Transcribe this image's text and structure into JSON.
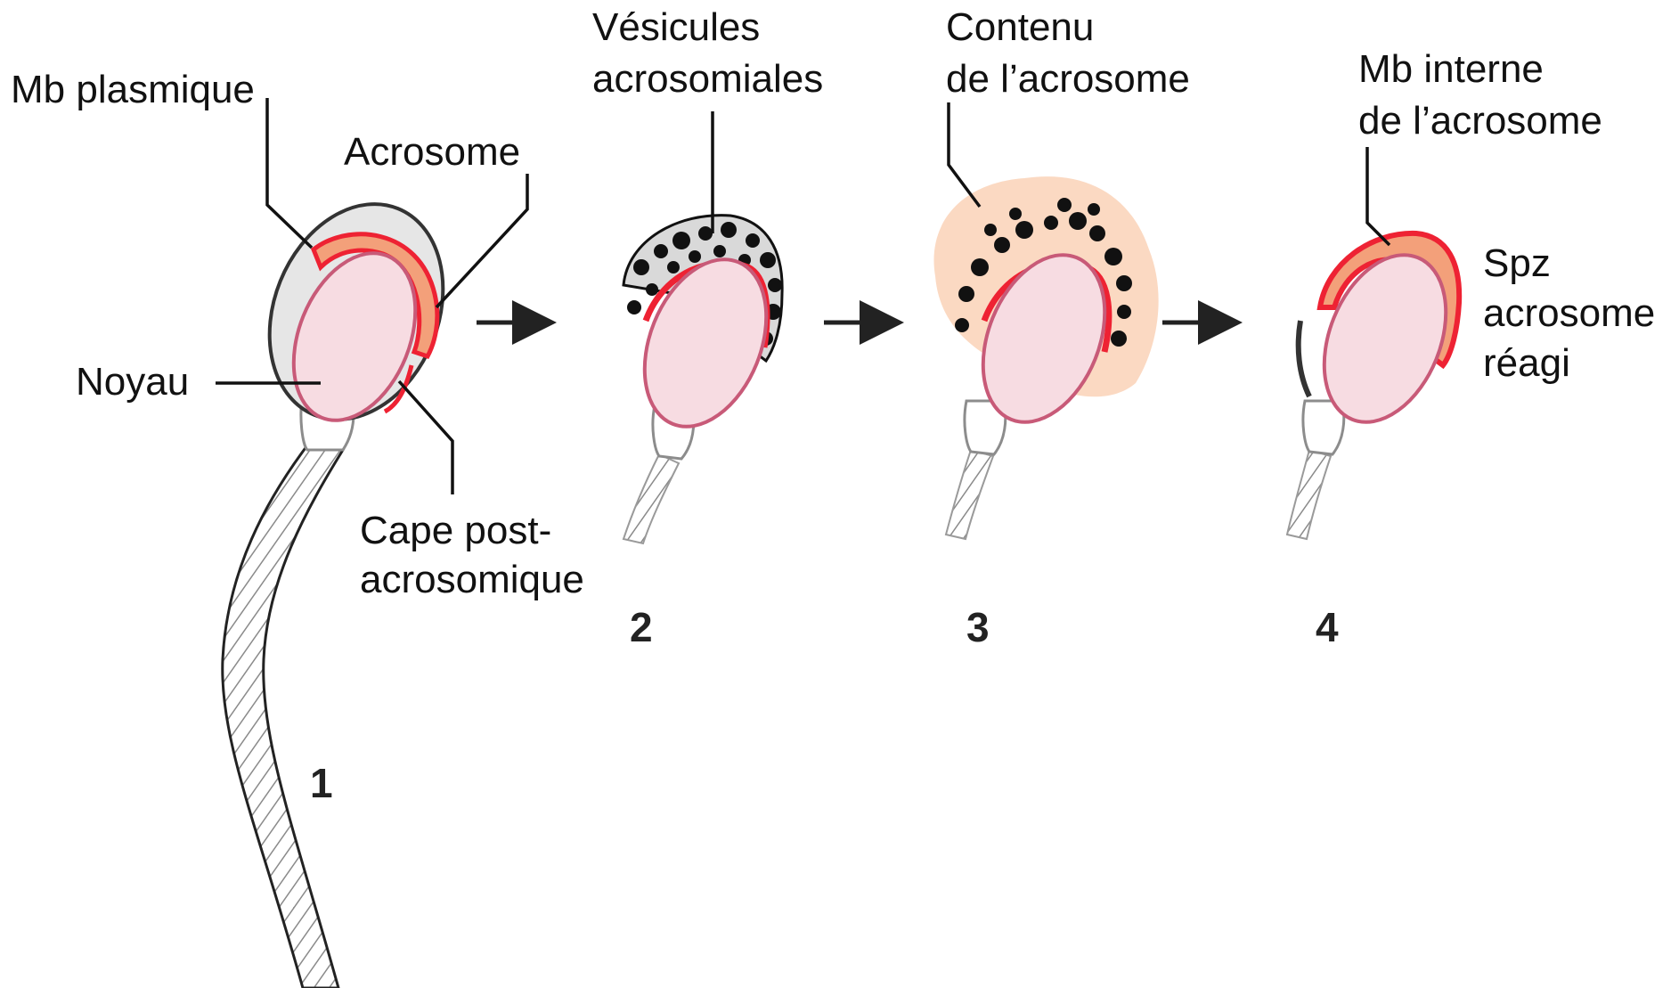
{
  "colors": {
    "acrosome_red": "#ee2233",
    "acrosome_orange": "#f3a07a",
    "nucleus_fill": "#f7dce2",
    "nucleus_edge": "#c85a78",
    "membrane_grey": "#9a9a9a",
    "vesicle_black": "#111111",
    "content_cloud": "#fbd9c2"
  },
  "labels": {
    "mb_plasmique": "Mb plasmique",
    "acrosome": "Acrosome",
    "noyau": "Noyau",
    "cape_line1": "Cape post-",
    "cape_line2": "acrosomique",
    "vesicules_line1": "Vésicules",
    "vesicules_line2": "acrosomiales",
    "contenu_line1": "Contenu",
    "contenu_line2": "de l’acrosome",
    "mb_interne_line1": "Mb interne",
    "mb_interne_line2": "de l’acrosome",
    "spz_line1": "Spz",
    "spz_line2": "acrosome",
    "spz_line3": "réagi"
  },
  "stages": [
    "1",
    "2",
    "3",
    "4"
  ]
}
